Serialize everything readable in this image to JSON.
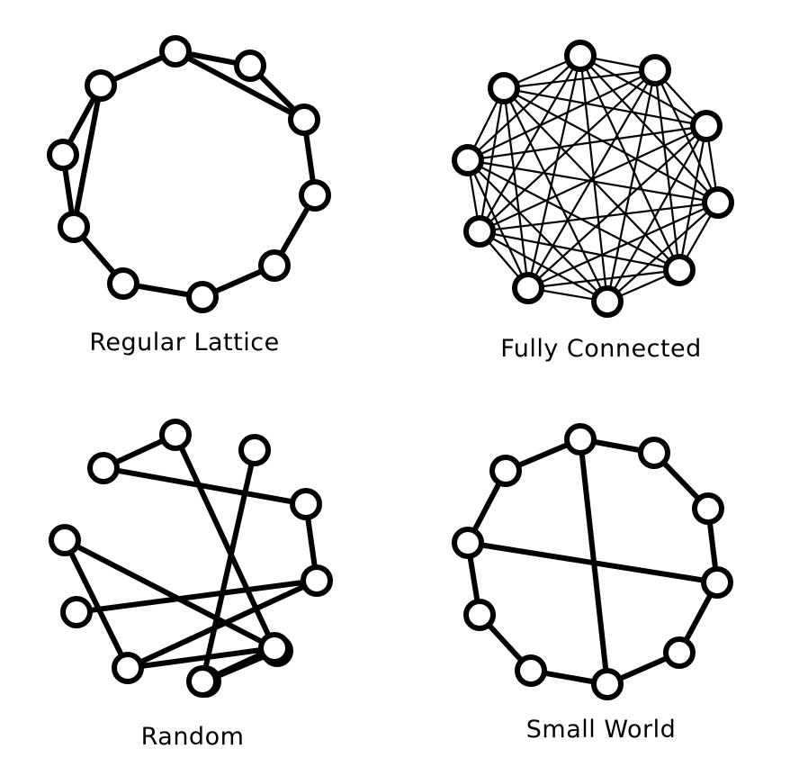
{
  "style": {
    "ink": "#000000",
    "background": "#ffffff",
    "node_fill": "#ffffff"
  },
  "graphs": [
    {
      "id": "regular-lattice",
      "label": "Regular Lattice",
      "nodes": 10,
      "edges": [
        [
          0,
          1
        ],
        [
          1,
          2
        ],
        [
          2,
          3
        ],
        [
          3,
          4
        ],
        [
          4,
          5
        ],
        [
          5,
          6
        ],
        [
          6,
          7
        ],
        [
          7,
          8
        ],
        [
          8,
          9
        ],
        [
          9,
          0
        ],
        [
          0,
          2
        ],
        [
          7,
          9
        ]
      ]
    },
    {
      "id": "fully-connected",
      "label": "Fully Connected",
      "nodes": 10,
      "edges": "all-pairs"
    },
    {
      "id": "random",
      "label": "Random",
      "nodes": 12,
      "edges": [
        [
          0,
          9
        ],
        [
          2,
          3
        ],
        [
          3,
          6
        ],
        [
          2,
          9
        ],
        [
          3,
          7
        ],
        [
          1,
          11
        ],
        [
          4,
          5
        ],
        [
          6,
          8
        ],
        [
          10,
          8
        ],
        [
          11,
          10
        ],
        [
          0,
          10
        ],
        [
          6,
          10
        ]
      ]
    },
    {
      "id": "small-world",
      "label": "Small World",
      "nodes": 10,
      "edges": [
        [
          0,
          1
        ],
        [
          1,
          2
        ],
        [
          2,
          3
        ],
        [
          3,
          4
        ],
        [
          4,
          5
        ],
        [
          5,
          6
        ],
        [
          6,
          7
        ],
        [
          7,
          8
        ],
        [
          8,
          9
        ],
        [
          9,
          0
        ],
        [
          0,
          5
        ],
        [
          3,
          8
        ]
      ]
    }
  ]
}
